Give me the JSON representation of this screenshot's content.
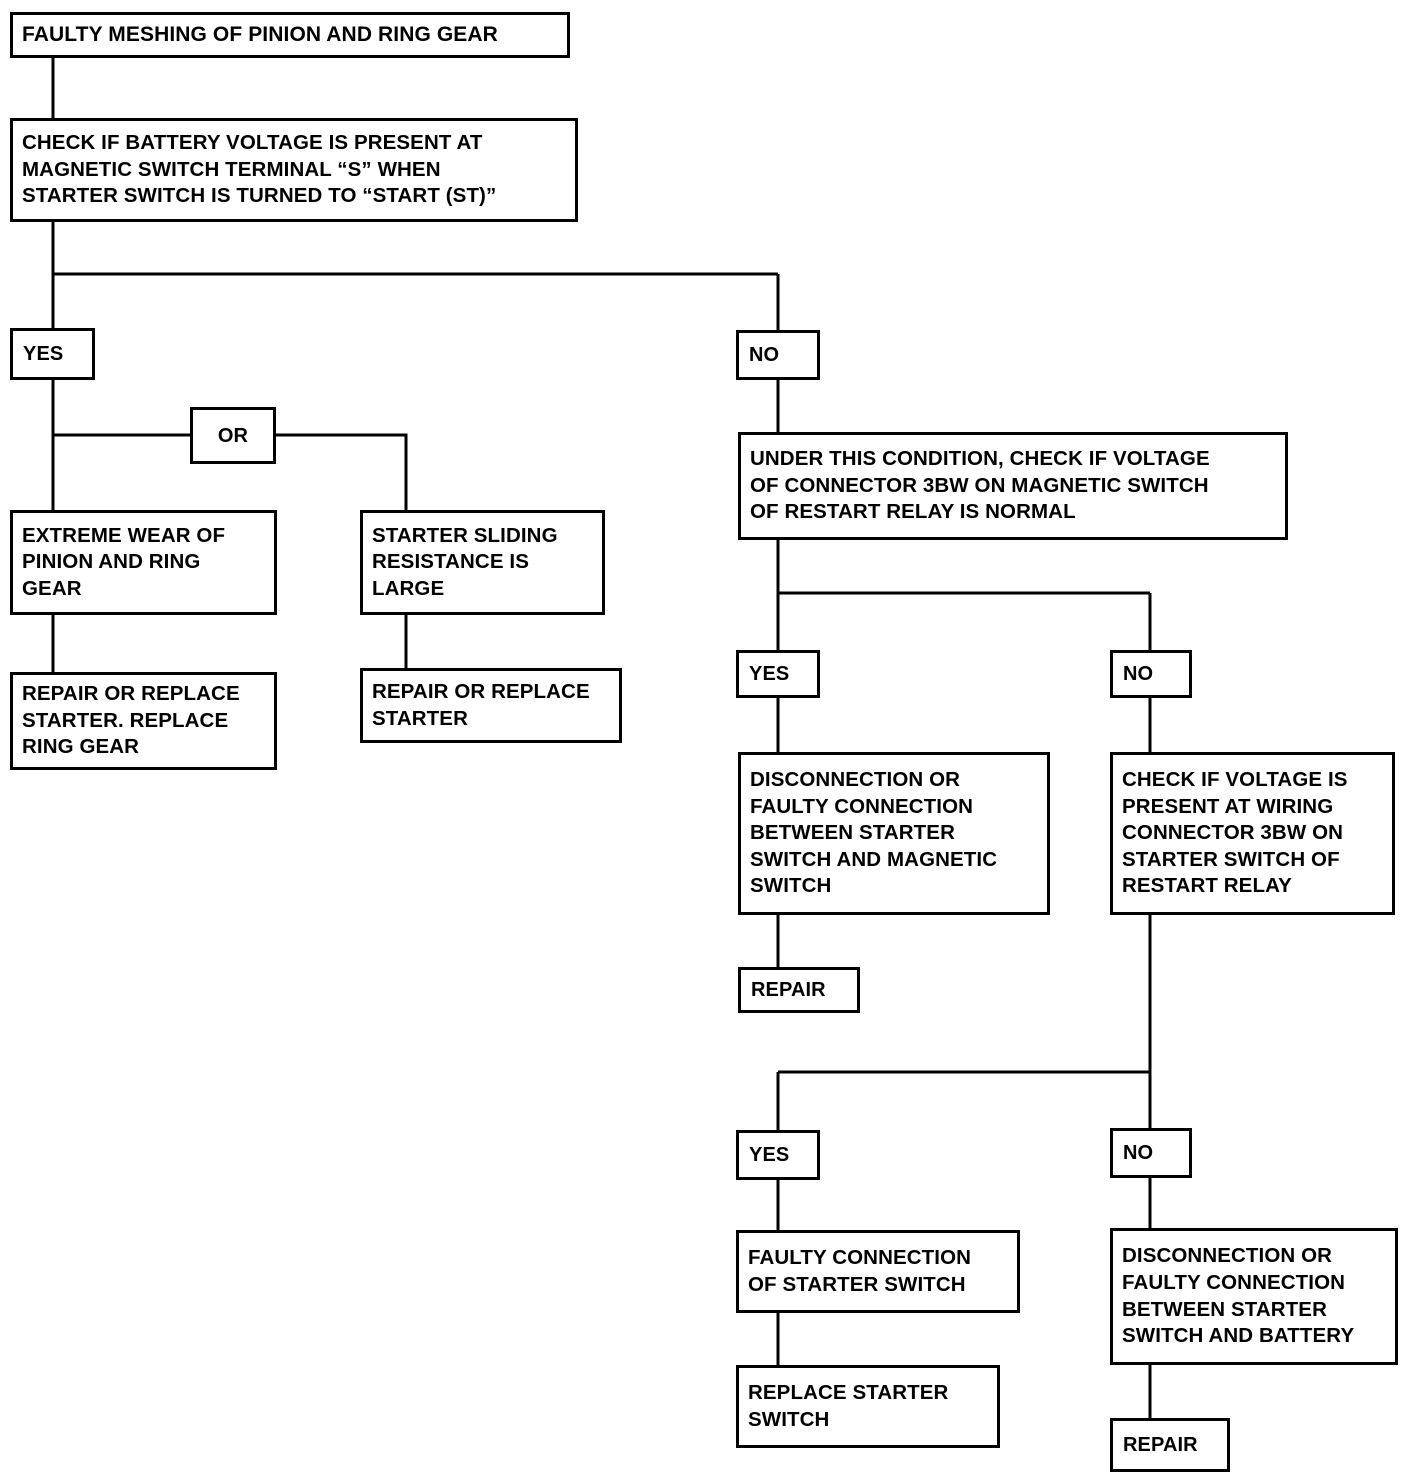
{
  "diagram": {
    "title": "Faulty Meshing of Pinion and Ring Gear troubleshooting flowchart",
    "nodes": {
      "root": "FAULTY MESHING OF PINION AND RING GEAR",
      "check_battery_voltage": "CHECK IF BATTERY VOLTAGE IS PRESENT AT\nMAGNETIC SWITCH TERMINAL “S” WHEN\nSTARTER SWITCH IS TURNED TO “START (ST)”",
      "branch1_yes": "YES",
      "branch1_no": "NO",
      "or_connector": "OR",
      "extreme_wear": "EXTREME WEAR OF\nPINION AND RING\nGEAR",
      "repair_replace_starter_ring_gear": "REPAIR OR REPLACE\nSTARTER.  REPLACE\nRING GEAR",
      "starter_sliding_resistance": "STARTER SLIDING\nRESISTANCE IS\nLARGE",
      "repair_replace_starter": "REPAIR OR REPLACE\nSTARTER",
      "under_this_condition": "UNDER THIS CONDITION, CHECK IF VOLTAGE\nOF CONNECTOR 3BW ON MAGNETIC SWITCH\nOF RESTART RELAY IS NORMAL",
      "branch2_yes": "YES",
      "branch2_no": "NO",
      "disconnection_starter_magnetic": "DISCONNECTION OR\nFAULTY CONNECTION\nBETWEEN STARTER\nSWITCH AND MAGNETIC\nSWITCH",
      "repair_mid": "REPAIR",
      "check_voltage_wiring_3bw": "CHECK IF VOLTAGE IS\nPRESENT AT WIRING\nCONNECTOR 3BW ON\nSTARTER SWITCH OF\nRESTART RELAY",
      "branch3_yes": "YES",
      "branch3_no": "NO",
      "faulty_connection_starter_switch": "FAULTY CONNECTION\nOF STARTER SWITCH",
      "replace_starter_switch": "REPLACE STARTER\nSWITCH",
      "disconnection_starter_battery": "DISCONNECTION OR\nFAULTY CONNECTION\nBETWEEN STARTER\nSWITCH AND BATTERY",
      "repair_bottom": "REPAIR"
    },
    "colors": {
      "line": "#000000",
      "box_border": "#000000",
      "box_fill": "#ffffff",
      "text": "#000000"
    }
  }
}
